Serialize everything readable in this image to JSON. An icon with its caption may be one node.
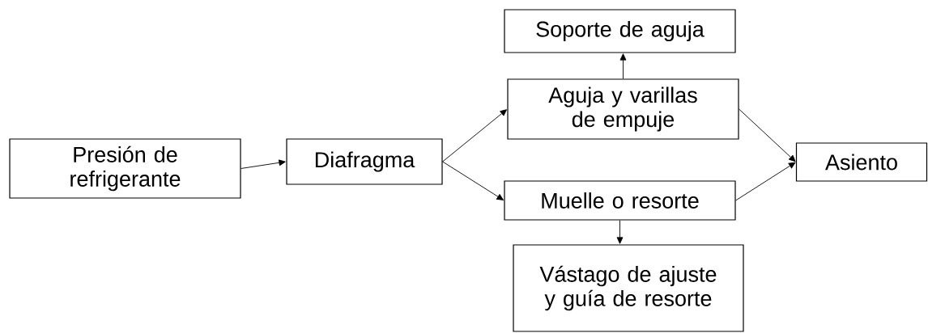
{
  "diagram": {
    "nodes": [
      {
        "text": [
          "Presión de refrigerante"
        ]
      },
      {
        "text": [
          "Diafragma"
        ]
      },
      {
        "text": [
          "Soporte de aguja"
        ]
      },
      {
        "text": [
          "Aguja y varillas de empuje"
        ]
      },
      {
        "text": [
          "Muelle o resorte"
        ]
      },
      {
        "text": [
          "Vástago de ajuste y guía de resorte"
        ]
      },
      {
        "text": [
          "Asiento"
        ]
      }
    ],
    "edges": [
      {
        "from": 0,
        "to": 1,
        "arrow": "to"
      },
      {
        "from": 1,
        "to": 3,
        "arrow": "to"
      },
      {
        "from": 1,
        "to": 4,
        "arrow": "to"
      },
      {
        "from": 3,
        "to": 2,
        "arrow": "to"
      },
      {
        "from": 3,
        "to": 6,
        "arrow": "to"
      },
      {
        "from": 4,
        "to": 6,
        "arrow": "to"
      },
      {
        "from": 4,
        "to": 5,
        "arrow": "to"
      }
    ]
  }
}
